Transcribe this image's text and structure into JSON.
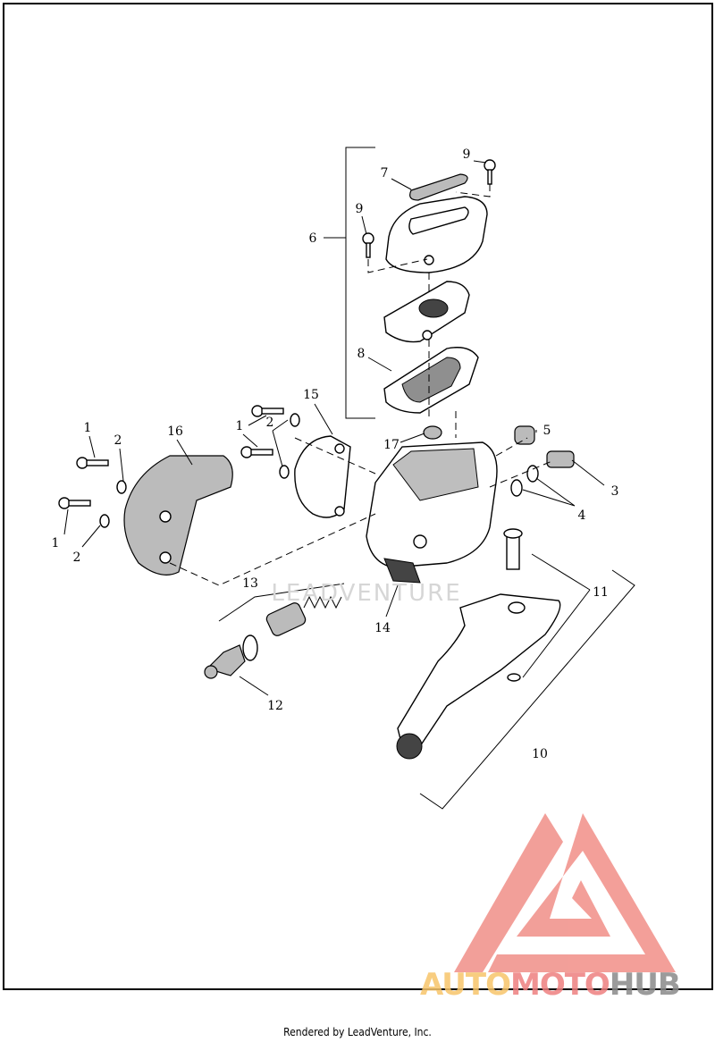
{
  "diagram": {
    "callouts": [
      {
        "id": "c9a",
        "label": "9"
      },
      {
        "id": "c7",
        "label": "7"
      },
      {
        "id": "c9b",
        "label": "9"
      },
      {
        "id": "c6",
        "label": "6"
      },
      {
        "id": "c8",
        "label": "8"
      },
      {
        "id": "c15",
        "label": "15"
      },
      {
        "id": "c5",
        "label": "5"
      },
      {
        "id": "c17",
        "label": "17"
      },
      {
        "id": "c1a",
        "label": "1"
      },
      {
        "id": "c2a",
        "label": "2"
      },
      {
        "id": "c16",
        "label": "16"
      },
      {
        "id": "c1b",
        "label": "1"
      },
      {
        "id": "c2b",
        "label": "2"
      },
      {
        "id": "c3",
        "label": "3"
      },
      {
        "id": "c4",
        "label": "4"
      },
      {
        "id": "c1c",
        "label": "1"
      },
      {
        "id": "c2c",
        "label": "2"
      },
      {
        "id": "c13",
        "label": "13"
      },
      {
        "id": "c14",
        "label": "14"
      },
      {
        "id": "c11",
        "label": "11"
      },
      {
        "id": "c12",
        "label": "12"
      },
      {
        "id": "c10",
        "label": "10"
      }
    ],
    "background_watermark": "LEADVENTURE"
  },
  "watermark": {
    "word1": "AUTO",
    "word2": "MOTO",
    "word3": "HUB",
    "colors": {
      "auto": "#f7c56a",
      "moto": "#ee7f7f",
      "hub": "#8a8a8a",
      "logo": "#f29a94"
    }
  },
  "footer": {
    "text": "Rendered by LeadVenture, Inc."
  }
}
